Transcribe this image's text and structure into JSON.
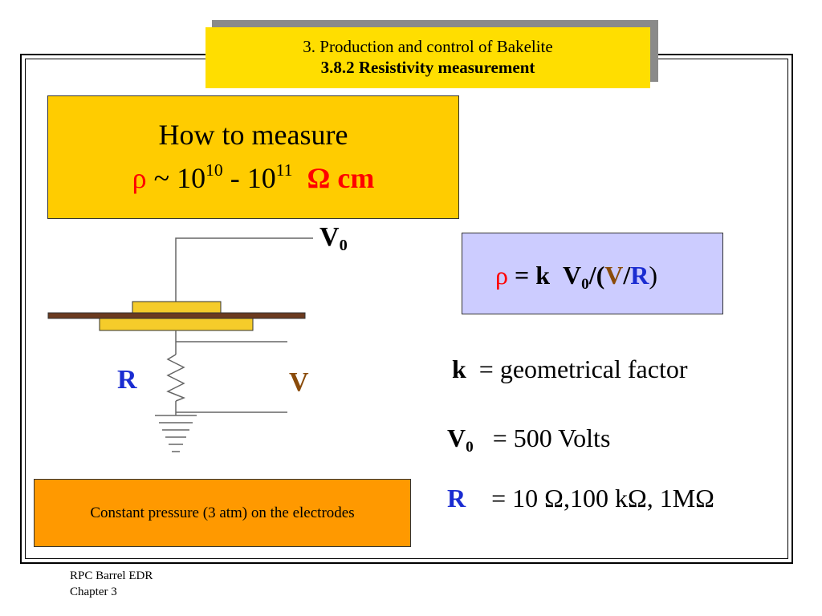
{
  "header": {
    "line1": "3. Production and control of  Bakelite",
    "line2": "3.8.2 Resistivity measurement"
  },
  "how_box": {
    "line1": "How to measure",
    "rho_symbol": "ρ",
    "approx": "~ 10",
    "exp1": "10",
    "dash": "- 10",
    "exp2": "11",
    "unit": "Ω cm"
  },
  "formula": {
    "rho": "ρ",
    "eq_k": "= k",
    "v": "V",
    "sub0": "0",
    "slash_open": "/(",
    "v_colored": "V",
    "slash": "/",
    "r_colored": "R",
    "close": ")"
  },
  "circuit": {
    "v0_label": "V",
    "v0_sub": "0",
    "r_label": "R",
    "v_label": "V"
  },
  "params": {
    "k_symbol": "k",
    "k_desc": "= geometrical factor",
    "v0_symbol": "V",
    "v0_sub": "0",
    "v0_desc": "=  500 Volts",
    "r_symbol": "R",
    "r_desc": "= 10 Ω,100 kΩ, 1MΩ"
  },
  "pressure_note": "Constant pressure (3 atm) on the electrodes",
  "footer": {
    "line1": "RPC Barrel EDR",
    "line2": "Chapter 3"
  },
  "colors": {
    "title_bg": "#ffde00",
    "how_bg": "#ffcc00",
    "formula_bg": "#ccccff",
    "pressure_bg": "#ff9900",
    "bakelite": "#6b3a1f",
    "electrode": "#f5cc2a",
    "red": "#ff0000",
    "blue": "#1a2cd1",
    "brown": "#8a4b0a"
  }
}
